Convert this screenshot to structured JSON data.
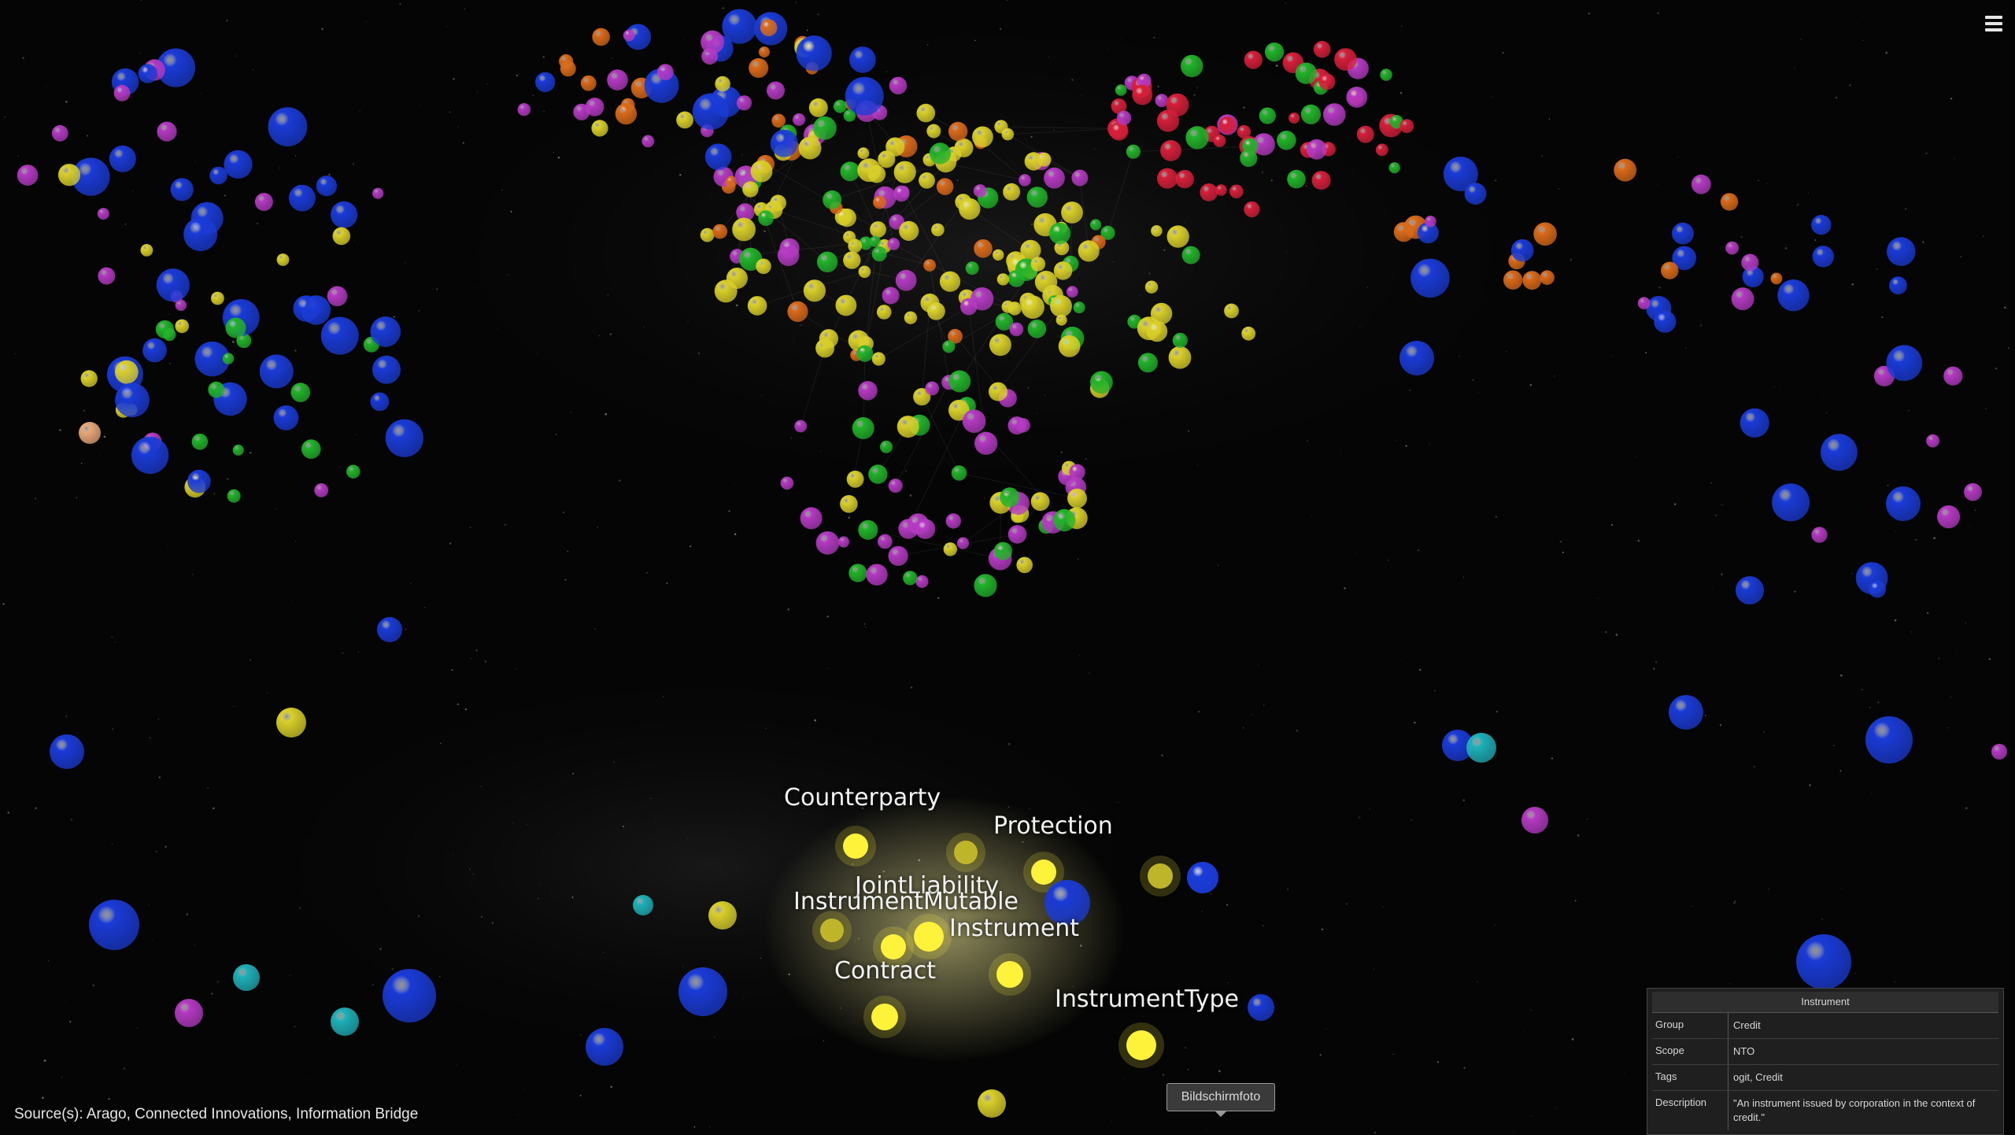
{
  "menu": {
    "icon": "hamburger-menu-icon"
  },
  "graph": {
    "colors": {
      "blue": "#1a3bd6",
      "yellow": "#d9cf2a",
      "green": "#22b22a",
      "purple": "#b43ac2",
      "red": "#d51f3a",
      "orange": "#d96a1a",
      "cyan": "#1fb0b8",
      "peach": "#e9a878",
      "glow": "#fff23a"
    },
    "labels": {
      "counterparty": "Counterparty",
      "protection": "Protection",
      "joint_liability": "JointLiability",
      "instrument_mutable": "InstrumentMutable",
      "instrument": "Instrument",
      "contract": "Contract",
      "instrument_type": "InstrumentType"
    }
  },
  "source": "Source(s): Arago, Connected Innovations, Information Bridge",
  "tooltip": "Bildschirmfoto",
  "info_panel": {
    "title": "Instrument",
    "rows": [
      {
        "key": "Group",
        "value": "Credit"
      },
      {
        "key": "Scope",
        "value": "NTO"
      },
      {
        "key": "Tags",
        "value": "ogit, Credit"
      },
      {
        "key": "Description",
        "value": "\"An instrument issued by corporation in the context of credit.\""
      }
    ]
  }
}
